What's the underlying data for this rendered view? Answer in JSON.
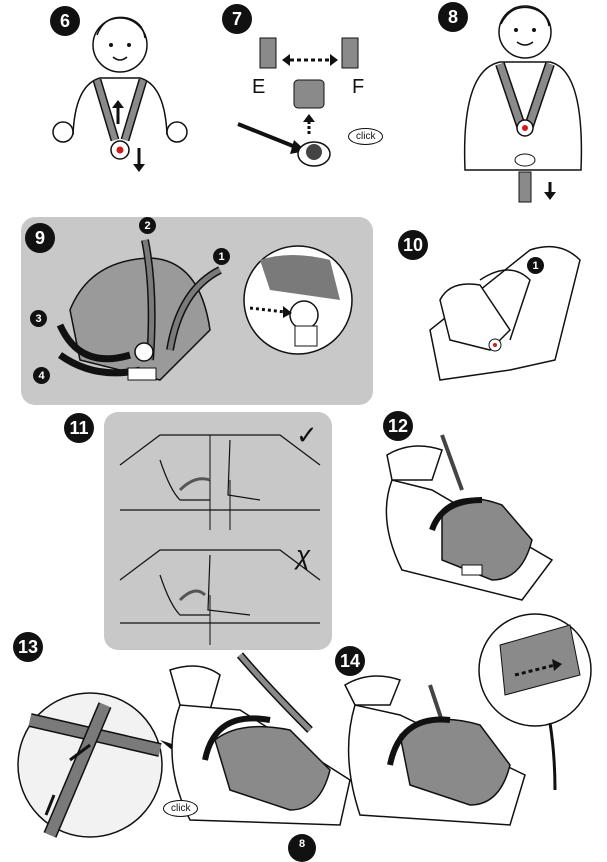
{
  "steps": {
    "s6": "6",
    "s7": "7",
    "s8": "8",
    "s9": "9",
    "s10": "10",
    "s11": "11",
    "s12": "12",
    "s13": "13",
    "s14": "14"
  },
  "step7": {
    "label_e": "E",
    "label_f": "F",
    "click": "click"
  },
  "step9": {
    "mark_1": "1",
    "mark_2": "2",
    "mark_3": "3",
    "mark_4": "4"
  },
  "step10": {
    "mark_1": "1"
  },
  "step11": {
    "correct": "✓",
    "incorrect": "χ"
  },
  "step13": {
    "click": "click"
  },
  "footer": {
    "page_number": "8"
  },
  "colors": {
    "panel": "#c8c8c8",
    "ink": "#111111",
    "accent": "#d11a1a",
    "fabric": "#8a8a8a"
  }
}
